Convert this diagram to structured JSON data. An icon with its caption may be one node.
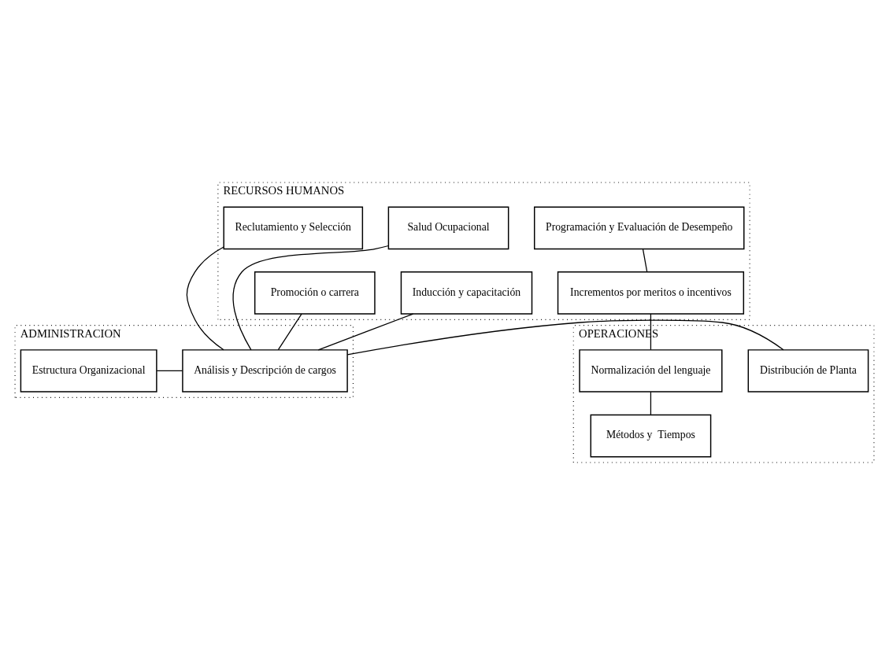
{
  "diagram": {
    "nodes": [
      {
        "text": [
          "RECURSOS HUMANOS"
        ]
      },
      {
        "text": [
          "Reclutamiento y Selección"
        ],
        "in": 0
      },
      {
        "text": [
          "Inducción y capacitación"
        ],
        "in": 0
      },
      {
        "text": [
          "Promoción o carrera"
        ],
        "in": 0
      },
      {
        "text": [
          "Salud Ocupacional"
        ],
        "in": 0
      },
      {
        "text": [
          "Programación y Evaluación de Desempeño"
        ],
        "in": 0
      },
      {
        "text": [
          "Incrementos por meritos o incentivos"
        ],
        "in": 0
      },
      {
        "text": [
          "ADMINISTRACION"
        ]
      },
      {
        "text": [
          "Estructura Organizacional"
        ],
        "in": 7
      },
      {
        "text": [
          "Análisis y Descripción de cargos"
        ],
        "in": 7
      },
      {
        "text": [
          "OPERACIONES"
        ]
      },
      {
        "text": [
          "Distribución de Planta"
        ],
        "in": 10
      },
      {
        "text": [
          "Normalización del lenguaje"
        ],
        "in": 10
      },
      {
        "text": [
          "Métodos y  Tiempos"
        ],
        "in": 10
      }
    ],
    "edges": [
      {
        "from": 1,
        "to": 9,
        "arrow": "none"
      },
      {
        "from": 2,
        "to": 9,
        "arrow": "none"
      },
      {
        "from": 3,
        "to": 9,
        "arrow": "none"
      },
      {
        "from": 8,
        "to": 9,
        "arrow": "none"
      },
      {
        "from": 11,
        "to": 9,
        "arrow": "none"
      },
      {
        "from": 4,
        "to": 9,
        "arrow": "none"
      },
      {
        "from": 5,
        "to": 6,
        "arrow": "none"
      },
      {
        "from": 6,
        "to": 12,
        "arrow": "none"
      },
      {
        "from": 12,
        "to": 13,
        "arrow": "none"
      }
    ]
  }
}
